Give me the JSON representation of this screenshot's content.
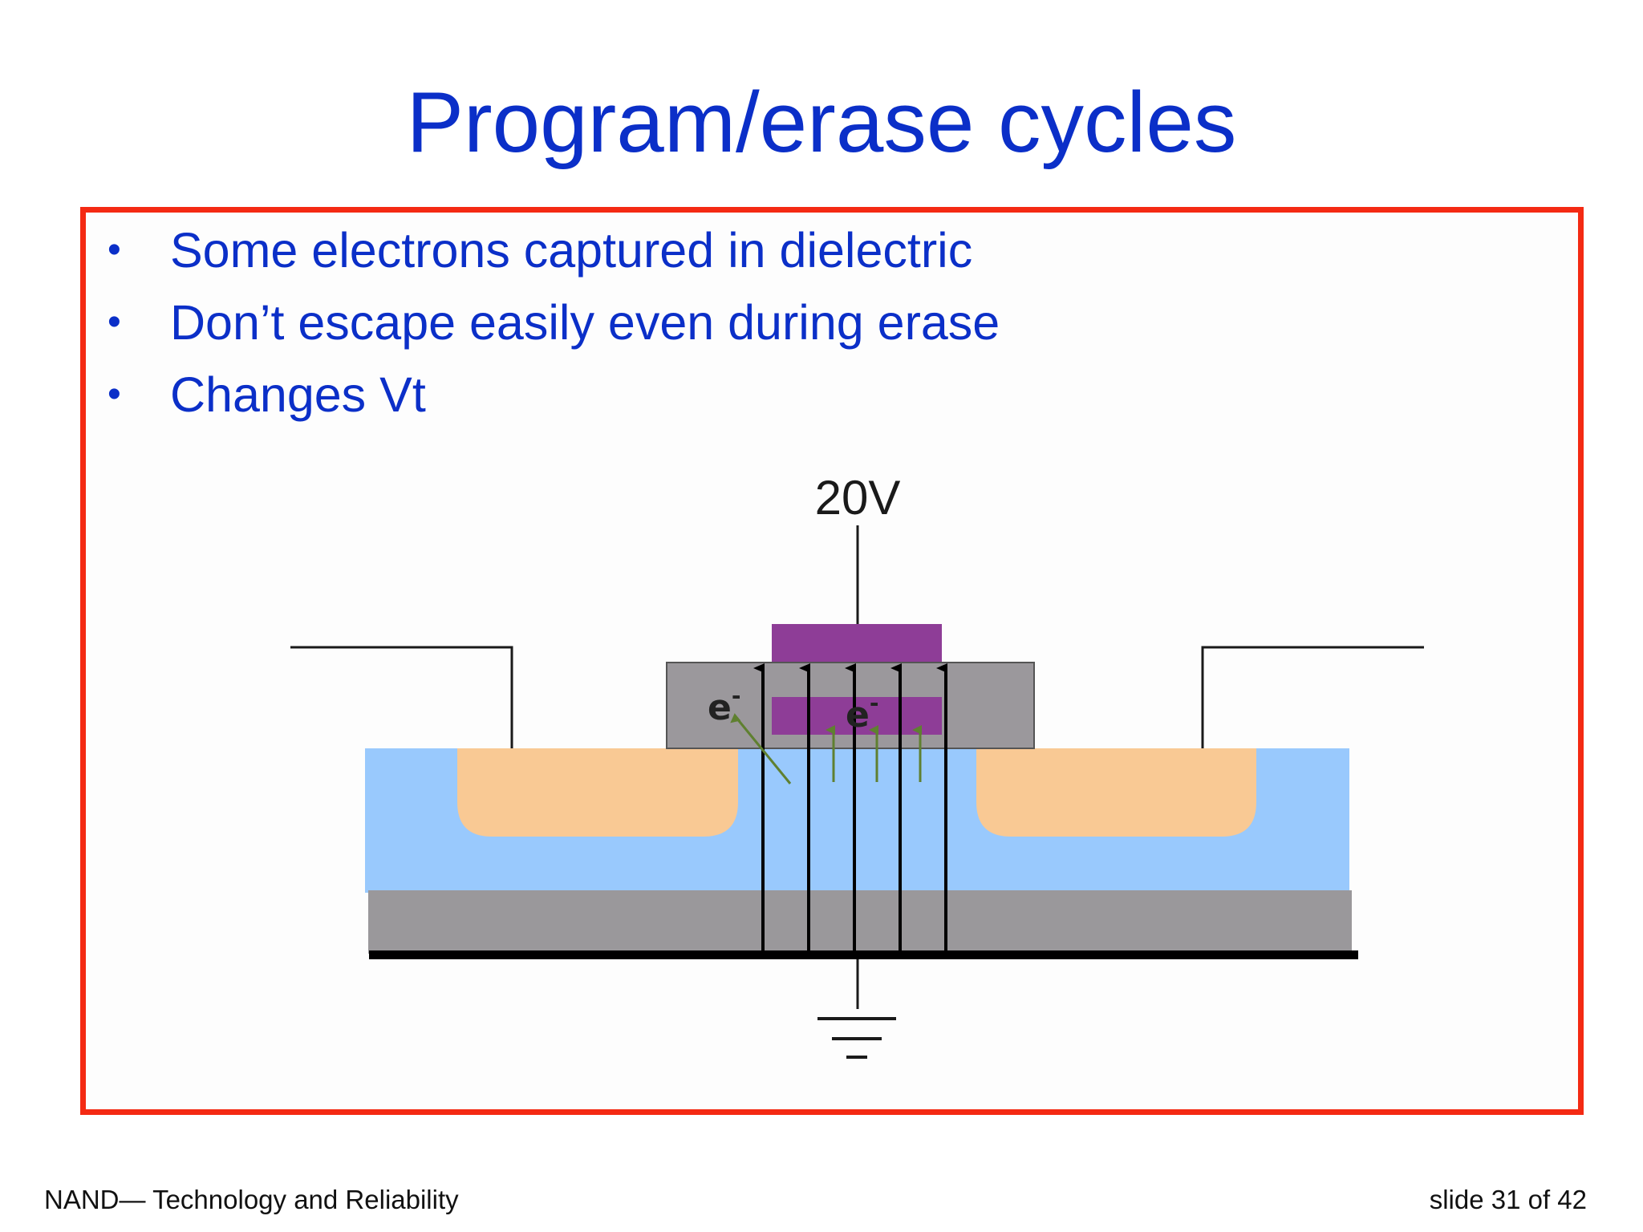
{
  "slide": {
    "title": "Program/erase cycles",
    "bullets": [
      "Some electrons captured in dielectric",
      "Don’t escape easily even during erase",
      "Changes Vt"
    ],
    "bullet_symbol": "•"
  },
  "diagram": {
    "gate_voltage_label": "20V",
    "electron_label": "e",
    "electron_charge": "-",
    "colors": {
      "substrate": "#99c9fd",
      "source_drain": "#f9c994",
      "oxide": "#9b989c",
      "gates": "#8e3d97",
      "base": "#9a989b",
      "electric_field_arrows": "#000000",
      "electron_arrows": "#5f8030"
    },
    "icons": [
      "ground-icon"
    ]
  },
  "footer": {
    "left": "NAND— Technology and Reliability",
    "right": "slide 31 of 42"
  },
  "colors": {
    "title": "#0b2fc8",
    "highlight_border": "#f42a13"
  }
}
